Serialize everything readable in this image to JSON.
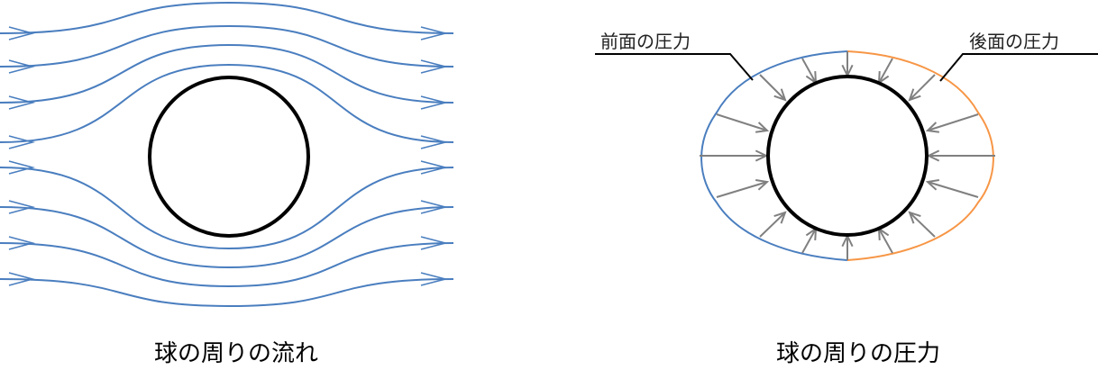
{
  "flow_diagram": {
    "caption": "球の周りの流れ",
    "streamline_color": "#4a7ebf",
    "sphere_color": "#000000"
  },
  "pressure_diagram": {
    "caption": "球の周りの圧力",
    "front_label": "前面の圧力",
    "rear_label": "後面の圧力",
    "front_color": "#4a7ebf",
    "rear_color": "#f79646",
    "arrow_color": "#808080"
  }
}
